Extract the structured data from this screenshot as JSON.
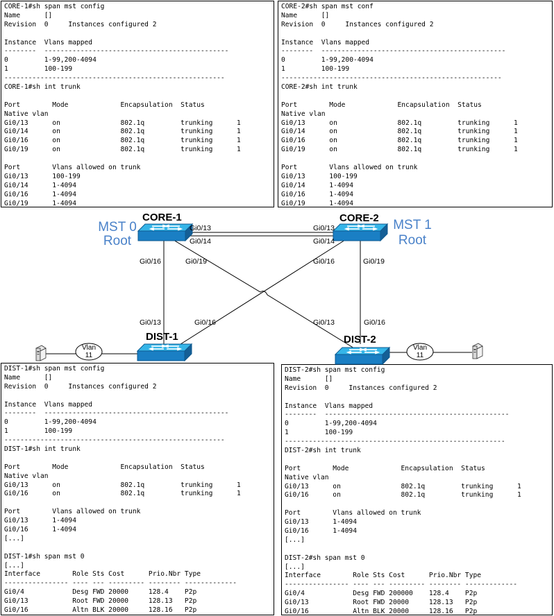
{
  "core1_box": {
    "lines": [
      "CORE-1#sh span mst config",
      "Name      []",
      "Revision  0     Instances configured 2",
      "",
      "Instance  Vlans mapped",
      "--------  ----------------------------------------------",
      "0         1-99,200-4094",
      "1         100-199",
      "-------------------------------------------------------",
      "CORE-1#sh int trunk",
      "",
      "Port        Mode             Encapsulation  Status",
      "Native vlan",
      "Gi0/13      on               802.1q         trunking      1",
      "Gi0/14      on               802.1q         trunking      1",
      "Gi0/16      on               802.1q         trunking      1",
      "Gi0/19      on               802.1q         trunking      1",
      "",
      "Port        Vlans allowed on trunk",
      "Gi0/13      100-199",
      "Gi0/14      1-4094",
      "Gi0/16      1-4094",
      "Gi0/19      1-4094"
    ]
  },
  "core2_box": {
    "lines": [
      "CORE-2#sh span mst conf",
      "Name      []",
      "Revision  0     Instances configured 2",
      "",
      "Instance  Vlans mapped",
      "--------  ----------------------------------------------",
      "0         1-99,200-4094",
      "1         100-199",
      "-------------------------------------------------------",
      "CORE-2#sh int trunk",
      "",
      "Port        Mode             Encapsulation  Status",
      "Native vlan",
      "Gi0/13      on               802.1q         trunking      1",
      "Gi0/14      on               802.1q         trunking      1",
      "Gi0/16      on               802.1q         trunking      1",
      "Gi0/19      on               802.1q         trunking      1",
      "",
      "Port        Vlans allowed on trunk",
      "Gi0/13      100-199",
      "Gi0/14      1-4094",
      "Gi0/16      1-4094",
      "Gi0/19      1-4094"
    ]
  },
  "dist1_box": {
    "lines": [
      "DIST-1#sh span mst config",
      "Name      []",
      "Revision  0     Instances configured 2",
      "",
      "Instance  Vlans mapped",
      "--------  ----------------------------------------------",
      "0         1-99,200-4094",
      "1         100-199",
      "-------------------------------------------------------",
      "DIST-1#sh int trunk",
      "",
      "Port        Mode             Encapsulation  Status",
      "Native vlan",
      "Gi0/13      on               802.1q         trunking      1",
      "Gi0/16      on               802.1q         trunking      1",
      "",
      "Port        Vlans allowed on trunk",
      "Gi0/13      1-4094",
      "Gi0/16      1-4094",
      "[...]",
      "",
      "DIST-1#sh span mst 0",
      "[...]",
      "Interface        Role Sts Cost      Prio.Nbr Type",
      "---------------- ---- --- --------- -------- -------------",
      "Gi0/4            Desg FWD 20000     128.4    P2p",
      "Gi0/13           Root FWD 20000     128.13   P2p",
      "Gi0/16           Altn BLK 20000     128.16   P2p"
    ]
  },
  "dist2_box": {
    "lines": [
      "DIST-2#sh span mst config",
      "Name      []",
      "Revision  0     Instances configured 2",
      "",
      "Instance  Vlans mapped",
      "--------  ----------------------------------------------",
      "0         1-99,200-4094",
      "1         100-199",
      "-------------------------------------------------------",
      "DIST-2#sh int trunk",
      "",
      "Port        Mode             Encapsulation  Status",
      "Native vlan",
      "Gi0/13      on               802.1q         trunking      1",
      "Gi0/16      on               802.1q         trunking      1",
      "",
      "Port        Vlans allowed on trunk",
      "Gi0/13      1-4094",
      "Gi0/16      1-4094",
      "[...]",
      "",
      "DIST-2#sh span mst 0",
      "[...]",
      "Interface        Role Sts Cost      Prio.Nbr Type",
      "---------------- ---- --- --------- -------- -------------",
      "Gi0/4            Desg FWD 200000    128.4    P2p",
      "Gi0/13           Root FWD 20000     128.13   P2p",
      "Gi0/16           Altn BLK 20000     128.16   P2p"
    ]
  },
  "diagram": {
    "core1": {
      "name": "CORE-1",
      "mst_line1": "MST 0",
      "mst_line2": "Root"
    },
    "core2": {
      "name": "CORE-2",
      "mst_line1": "MST 1",
      "mst_line2": "Root"
    },
    "dist1": {
      "name": "DIST-1"
    },
    "dist2": {
      "name": "DIST-2"
    },
    "vlan_label_line1": "Vlan",
    "vlan_label_line2": "11",
    "ports": {
      "core1_to_core2_top_left": "Gi0/13",
      "core1_to_core2_bottom_left": "Gi0/14",
      "core1_to_core2_top_right": "Gi0/13",
      "core1_to_core2_bottom_right": "Gi0/14",
      "core1_down": "Gi0/16",
      "core1_diag": "Gi0/19",
      "core2_diag": "Gi0/16",
      "core2_down": "Gi0/19",
      "dist1_up": "Gi0/13",
      "dist1_diag": "Gi0/16",
      "dist2_diag": "Gi0/13",
      "dist2_up": "Gi0/16"
    },
    "colors": {
      "switch_top": "#35b5e8",
      "switch_front": "#1a7fc4",
      "mst_text": "#4a82c9"
    },
    "icons": {
      "switch": "switch-icon",
      "host": "host-computer-icon"
    }
  }
}
